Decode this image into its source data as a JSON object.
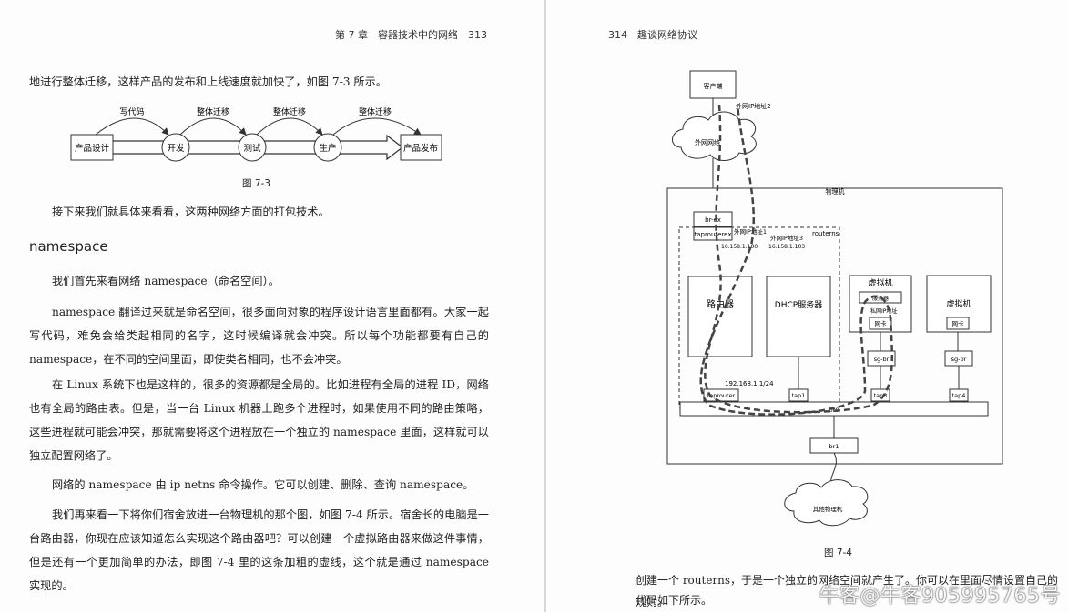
{
  "left_page": {
    "header": "第 7 章　容器技术中的网络　313",
    "para1": "地进行整体迁移，这样产品的发布和上线速度就加快了，如图 7-3 所示。",
    "fig3": {
      "nodes": [
        "产品设计",
        "开发",
        "测试",
        "生产",
        "产品发布"
      ],
      "arcs": [
        "写代码",
        "整体迁移",
        "整体迁移",
        "整体迁移"
      ],
      "caption": "图 7-3"
    },
    "para2": "接下来我们就具体来看看，这两种网络方面的打包技术。",
    "section_title": "namespace",
    "para3": "我们首先来看网络 namespace（命名空间）。",
    "para4": "namespace 翻译过来就是命名空间，很多面向对象的程序设计语言里面都有。大家一起写代码，难免会给类起相同的名字，这时候编译就会冲突。所以每个功能都要有自己的 namespace，在不同的空间里面，即使类名相同，也不会冲突。",
    "para5": "在 Linux 系统下也是这样的，很多的资源都是全局的。比如进程有全局的进程 ID，网络也有全局的路由表。但是，当一台 Linux 机器上跑多个进程时，如果使用不同的路由策略，这些进程就可能会冲突，那就需要将这个进程放在一个独立的 namespace 里面，这样就可以独立配置网络了。",
    "para6": "网络的 namespace 由 ip netns 命令操作。它可以创建、删除、查询 namespace。",
    "para7": "我们再来看一下将你们宿舍放进一台物理机的那个图，如图 7-4 所示。宿舍长的电脑是一台路由器，你现在应该知道怎么实现这个路由器吧？可以创建一个虚拟路由器来做这件事情，但是还有一个更加简单的办法，即图 7-4 里的这条加粗的虚线，这个就是通过 namespace 实现的。"
  },
  "right_page": {
    "header": "314　趣谈网络协议",
    "fig4": {
      "client": "客户端",
      "ext_ip2": "外网IP地址2",
      "ext_net": "外网网络",
      "physical": "物理机",
      "br_ex": "br-ex",
      "taprouterex": "taprouterex",
      "ext_ip1": "外网IP地址1",
      "ext_ip3": "外网IP地址3",
      "ip_100": "16.158.1.100",
      "ip_103": "16.158.1.103",
      "routerns": "routerns",
      "router": "路由器",
      "dhcp": "DHCP服务器",
      "vm1": "虚拟机",
      "server": "服务器",
      "private_ip": "私网IP地址",
      "nic1": "网卡",
      "sgbr1": "sg-br",
      "vm2": "虚拟机",
      "nic2": "网卡",
      "sgbr2": "sg-br",
      "subnet": "192.168.1.1/24",
      "taprouter": "taprouter",
      "tap1": "tap1",
      "tap3": "tap3",
      "tap4": "tap4",
      "br0": "br0",
      "br1": "br1",
      "other": "其他物理机",
      "caption": "图 7-4"
    },
    "para1": "创建一个 routerns，于是一个独立的网络空间就产生了。你可以在里面尽情设置自己的规则。",
    "para2": "代码如下所示。"
  },
  "watermark": "牛客@牛客905995765号"
}
